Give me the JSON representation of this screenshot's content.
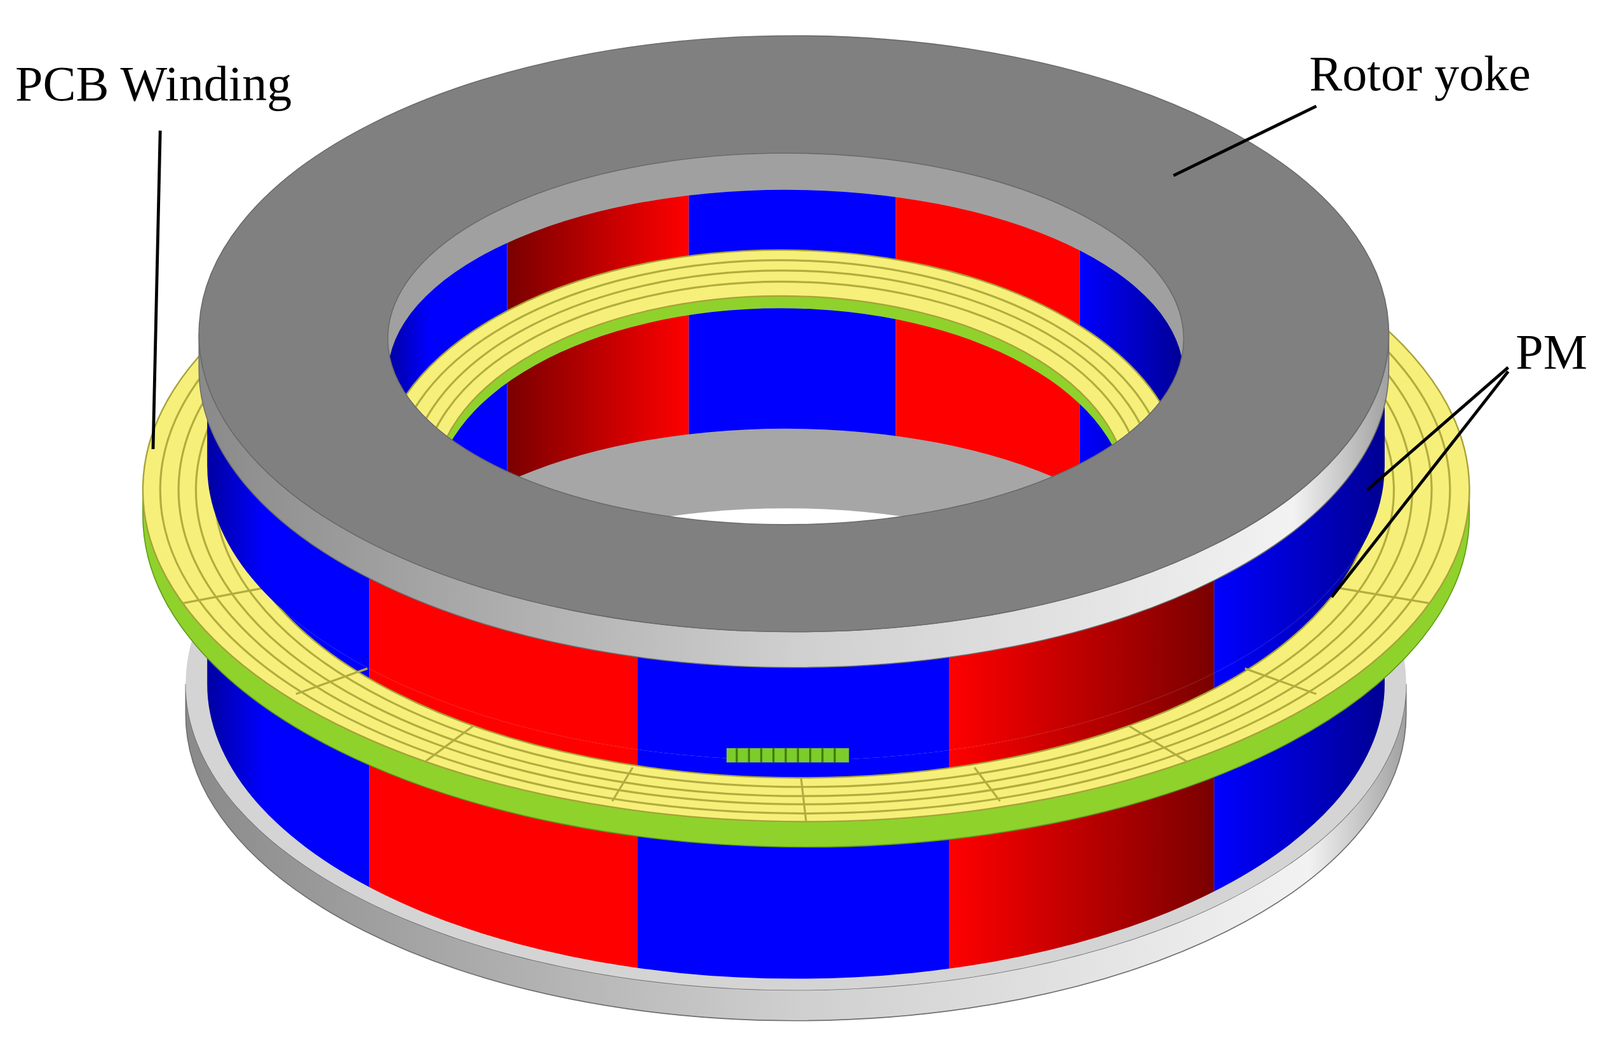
{
  "diagram": {
    "labels": [
      "PCB Winding",
      "Rotor yoke",
      "PM"
    ]
  }
}
